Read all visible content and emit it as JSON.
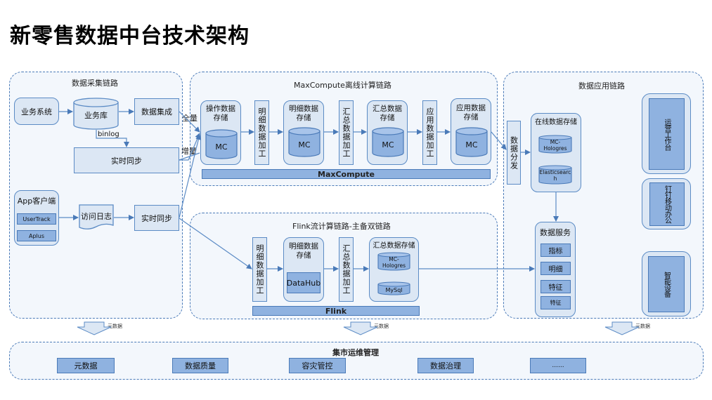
{
  "title": "新零售数据中台技术架构",
  "collection": {
    "label": "数据采集链路",
    "business_system": "业务系统",
    "business_db": "业务库",
    "data_integration": "数据集成",
    "binlog_label": "binlog",
    "realtime_sync_top": "实时同步",
    "app_client": "App客户端",
    "app_sdks": [
      "UserTrack",
      "Aplus"
    ],
    "access_log": "访问日志",
    "realtime_sync_bottom": "实时同步",
    "full_label": "全量",
    "incremental_label": "增量"
  },
  "maxcompute": {
    "label": "MaxCompute离线计算链路",
    "ods_title": "操作数据存储",
    "dwd_process": "明细数据加工",
    "dwd_title": "明细数据存储",
    "dws_process": "汇总数据加工",
    "dws_title": "汇总数据存储",
    "ads_process": "应用数据加工",
    "ads_title": "应用数据存储",
    "engine": "MC",
    "bar": "MaxCompute"
  },
  "flink": {
    "label": "Flink流计算链路-主备双链路",
    "dwd_process": "明细数据加工",
    "dwd_title": "明细数据存储",
    "dwd_engine": "DataHub",
    "dws_process": "汇总数据加工",
    "dws_title": "汇总数据存储",
    "dws_engines": [
      "MC-Hologres",
      "MySql"
    ],
    "bar": "Flink"
  },
  "application": {
    "label": "数据应用链路",
    "distribution": "数据分发",
    "online_store_title": "在线数据存储",
    "online_engines": [
      "MC-Hologres",
      "Elasticsearch"
    ],
    "data_service_title": "数据服务",
    "data_service_items": [
      "指标",
      "明细",
      "特征",
      "特征"
    ],
    "apps": [
      "运营工作台",
      "钉钉移动办公",
      "智能设备"
    ]
  },
  "metadata_arrow_label": "元数据",
  "ops": {
    "label": "集市运维管理",
    "items": [
      "元数据",
      "数据质量",
      "容灾管控",
      "数据治理",
      "......"
    ]
  }
}
